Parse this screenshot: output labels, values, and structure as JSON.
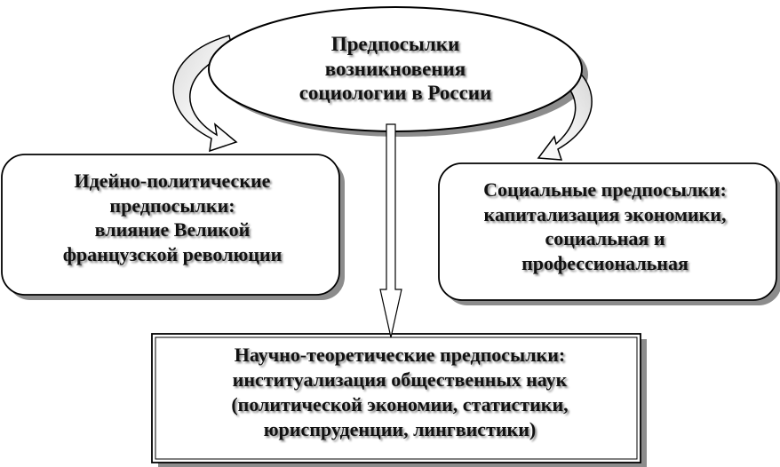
{
  "diagram": {
    "center": {
      "lines": [
        "Предпосылки",
        "возникновения",
        "социологии в России"
      ]
    },
    "left": {
      "lines": [
        "Идейно-политические",
        "предпосылки:",
        "влияние Великой",
        "французской революции"
      ]
    },
    "right": {
      "lines": [
        "Социальные предпосылки:",
        "капитализация экономики,",
        "социальная и",
        "профессиональная"
      ]
    },
    "bottom": {
      "lines": [
        "Научно-теоретические предпосылки:",
        "институализация общественных наук",
        "(политической экономии, статистики,",
        "юриспруденции, лингвистики)"
      ]
    }
  }
}
